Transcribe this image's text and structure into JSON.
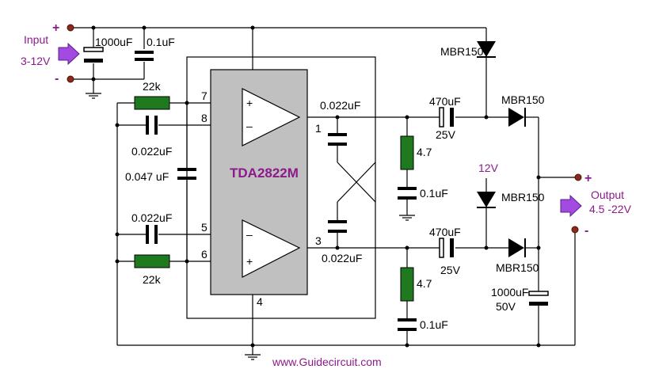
{
  "chip": {
    "name": "TDA2822M"
  },
  "input": {
    "label": "Input",
    "range": "3-12V",
    "plus": "+",
    "minus": "-"
  },
  "output": {
    "label": "Output",
    "range": "4.5 -22V",
    "plus": "+",
    "minus": "-"
  },
  "components": {
    "c_in1": "1000uF",
    "c_in2": "0.1uF",
    "r_top": "22k",
    "c_8": "0.022uF",
    "c_047": "0.047 uF",
    "c_5": "0.022uF",
    "r_bot": "22k",
    "c_out1": "0.022uF",
    "c_out3": "0.022uF",
    "r47_top": "4.7",
    "c01_top": "0.1uF",
    "r47_bot": "4.7",
    "c01_bot": "0.1uF",
    "c470_top": "470uF",
    "v25_top": "25V",
    "c470_bot": "470uF",
    "v25_bot": "25V",
    "d_top": "MBR150",
    "d_right": "MBR150",
    "d_mid": "MBR150",
    "d_bot": "MBR150",
    "v12": "12V",
    "c_out_big": "1000uF",
    "v50": "50V"
  },
  "pins": {
    "p7": "7",
    "p8": "8",
    "p5": "5",
    "p6": "6",
    "p1": "1",
    "p3": "3",
    "p4": "4"
  },
  "opamp_signs": {
    "top_plus": "+",
    "top_minus": "–",
    "bot_minus": "–",
    "bot_plus": "+"
  },
  "website": "www.Guidecircuit.com",
  "colors": {
    "resistor": "#1f7a1f",
    "accent": "#8b1a8b",
    "chip_fill": "#c0c0c0",
    "arrow": "#a34be0",
    "terminal": "#8b2a1a"
  }
}
